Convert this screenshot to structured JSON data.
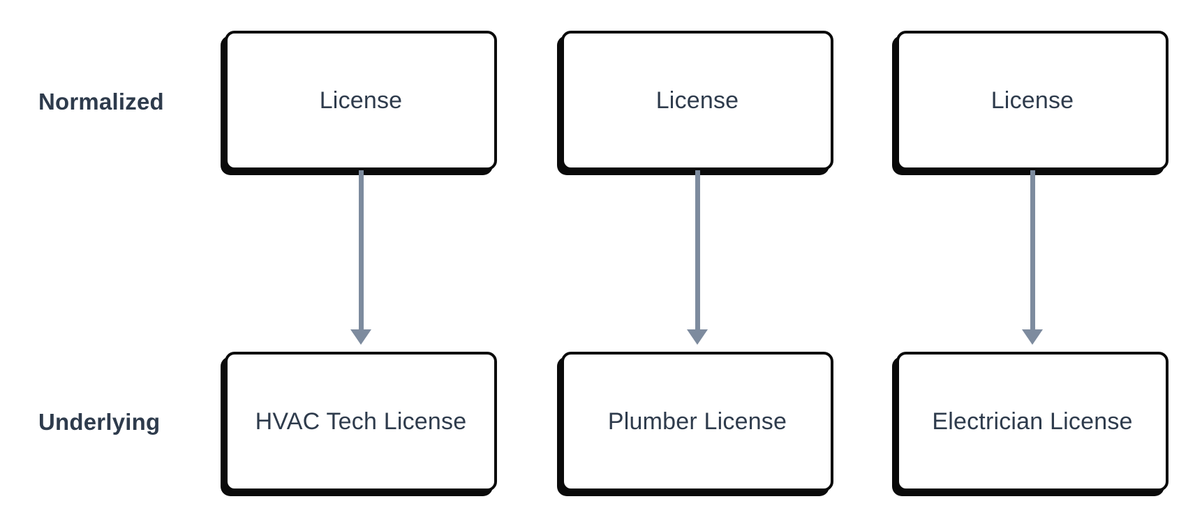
{
  "diagram": {
    "row_labels": {
      "top": "Normalized",
      "bottom": "Underlying"
    },
    "columns": [
      {
        "normalized": "License",
        "underlying": "HVAC Tech License"
      },
      {
        "normalized": "License",
        "underlying": "Plumber License"
      },
      {
        "normalized": "License",
        "underlying": "Electrician License"
      }
    ],
    "colors": {
      "background": "#ffffff",
      "node_fill": "#ffffff",
      "node_border": "#0a0a0a",
      "node_text": "#2e3b4c",
      "row_label_text": "#2e3b4c",
      "arrow": "#7d8b9e"
    }
  }
}
